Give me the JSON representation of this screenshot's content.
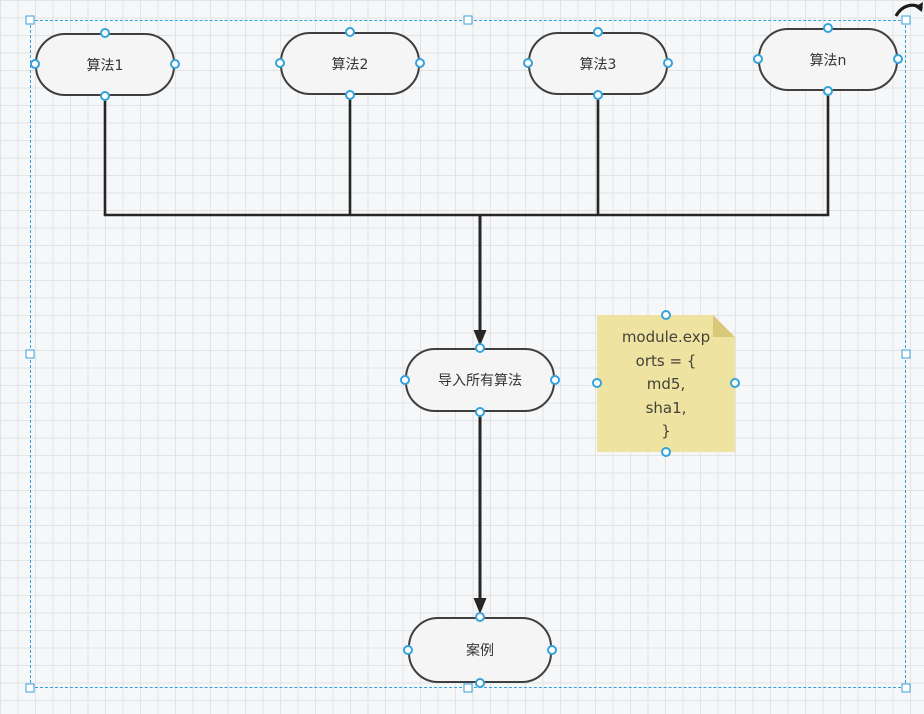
{
  "diagram": {
    "nodes": [
      {
        "label": "算法1"
      },
      {
        "label": "算法2"
      },
      {
        "label": "算法3"
      },
      {
        "label": "算法n"
      },
      {
        "label": "导入所有算法"
      },
      {
        "label": "案例"
      }
    ],
    "note": {
      "lines": [
        "module.exp",
        "orts = {",
        "md5,",
        "sha1,",
        "}"
      ]
    }
  },
  "colors": {
    "selection": "#35a2da",
    "node_border": "#3f3f3f",
    "node_fill": "#f5f5f5",
    "connector": "#262626",
    "note_fill": "#efe3a2",
    "note_fold": "#d9c878",
    "grid_line": "#e2e3e5",
    "canvas_bg": "#f6f7f8"
  }
}
